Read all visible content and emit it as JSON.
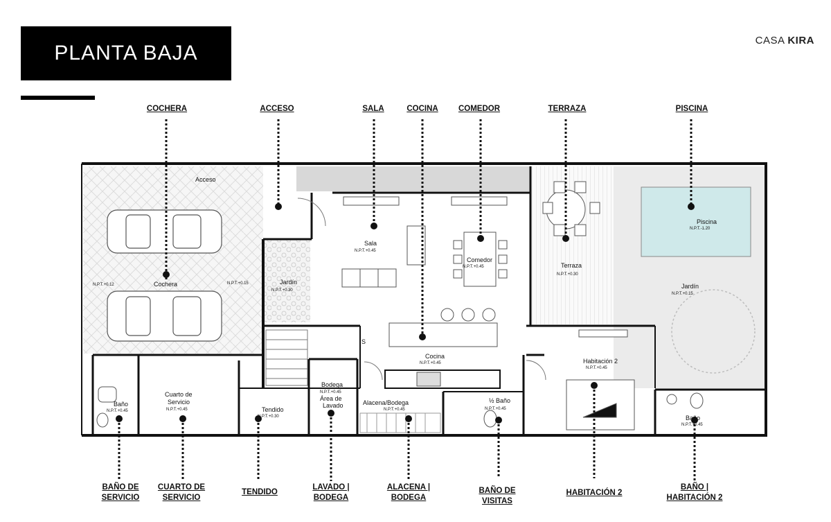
{
  "header": {
    "title": "PLANTA BAJA",
    "brand_prefix": "CASA",
    "brand_name": "KIRA"
  },
  "callouts_top": {
    "cochera": "COCHERA",
    "acceso": "ACCESO",
    "sala": "SALA",
    "cocina": "COCINA",
    "comedor": "COMEDOR",
    "terraza": "TERRAZA",
    "piscina": "PISCINA"
  },
  "callouts_bottom": {
    "bano_servicio": [
      "BAÑO DE",
      "SERVICIO"
    ],
    "cuarto_servicio": [
      "CUARTO DE",
      "SERVICIO"
    ],
    "tendido": "TENDIDO",
    "lavado_bodega": [
      "LAVADO |",
      "BODEGA"
    ],
    "alacena_bodega": [
      "ALACENA |",
      "BODEGA"
    ],
    "bano_visitas": [
      "BAÑO DE",
      "VISITAS"
    ],
    "habitacion2": "HABITACIÓN 2",
    "bano_habitacion2": [
      "BAÑO |",
      "HABITACIÓN 2"
    ]
  },
  "rooms": {
    "acceso": "Acceso",
    "cochera": "Cochera",
    "cochera_npt_left": "N.P.T.+0.12",
    "cochera_npt_right": "N.P.T.+0.15",
    "jardin_front": "Jardín",
    "jardin_front_npt": "N.P.T.+0.30",
    "sala": "Sala",
    "sala_npt": "N.P.T.+0.45",
    "comedor": "Comedor",
    "comedor_npt": "N.P.T.+0.45",
    "terraza": "Terraza",
    "terraza_npt": "N.P.T.+0.30",
    "piscina": "Piscina",
    "piscina_npt": "N.P.T.-1.20",
    "jardin_back": "Jardín",
    "jardin_back_npt": "N.P.T.+0.15",
    "cocina": "Cocina",
    "cocina_npt": "N.P.T.+0.45",
    "habitacion2": "Habitación 2",
    "habitacion2_npt": "N.P.T.+0.45",
    "bano_servicio": "Baño",
    "bano_servicio_npt": "N.P.T.+0.45",
    "cuarto_servicio_l1": "Cuarto de",
    "cuarto_servicio_l2": "Servicio",
    "cuarto_servicio_npt": "N.P.T.+0.45",
    "tendido": "Tendido",
    "tendido_npt": "N.P.T.+0.30",
    "bodega": "Bodega",
    "bodega_npt": "N.P.T.+0.45",
    "area_lavado_l1": "Área de",
    "area_lavado_l2": "Lavado",
    "alacena": "Alacena/Bodega",
    "alacena_npt": "N.P.T.+0.45",
    "medio_bano": "½ Baño",
    "medio_bano_npt": "N.P.T.+0.45",
    "bano_hab": "Baño",
    "bano_hab_npt": "N.P.T.+0.45",
    "stair_letter": "S"
  },
  "colors": {
    "wall": "#111111",
    "pool": "#cfe9ea",
    "paving": "#eeeeee",
    "garden": "#e6e6e6",
    "dim_bar": "#d8d8d8"
  }
}
